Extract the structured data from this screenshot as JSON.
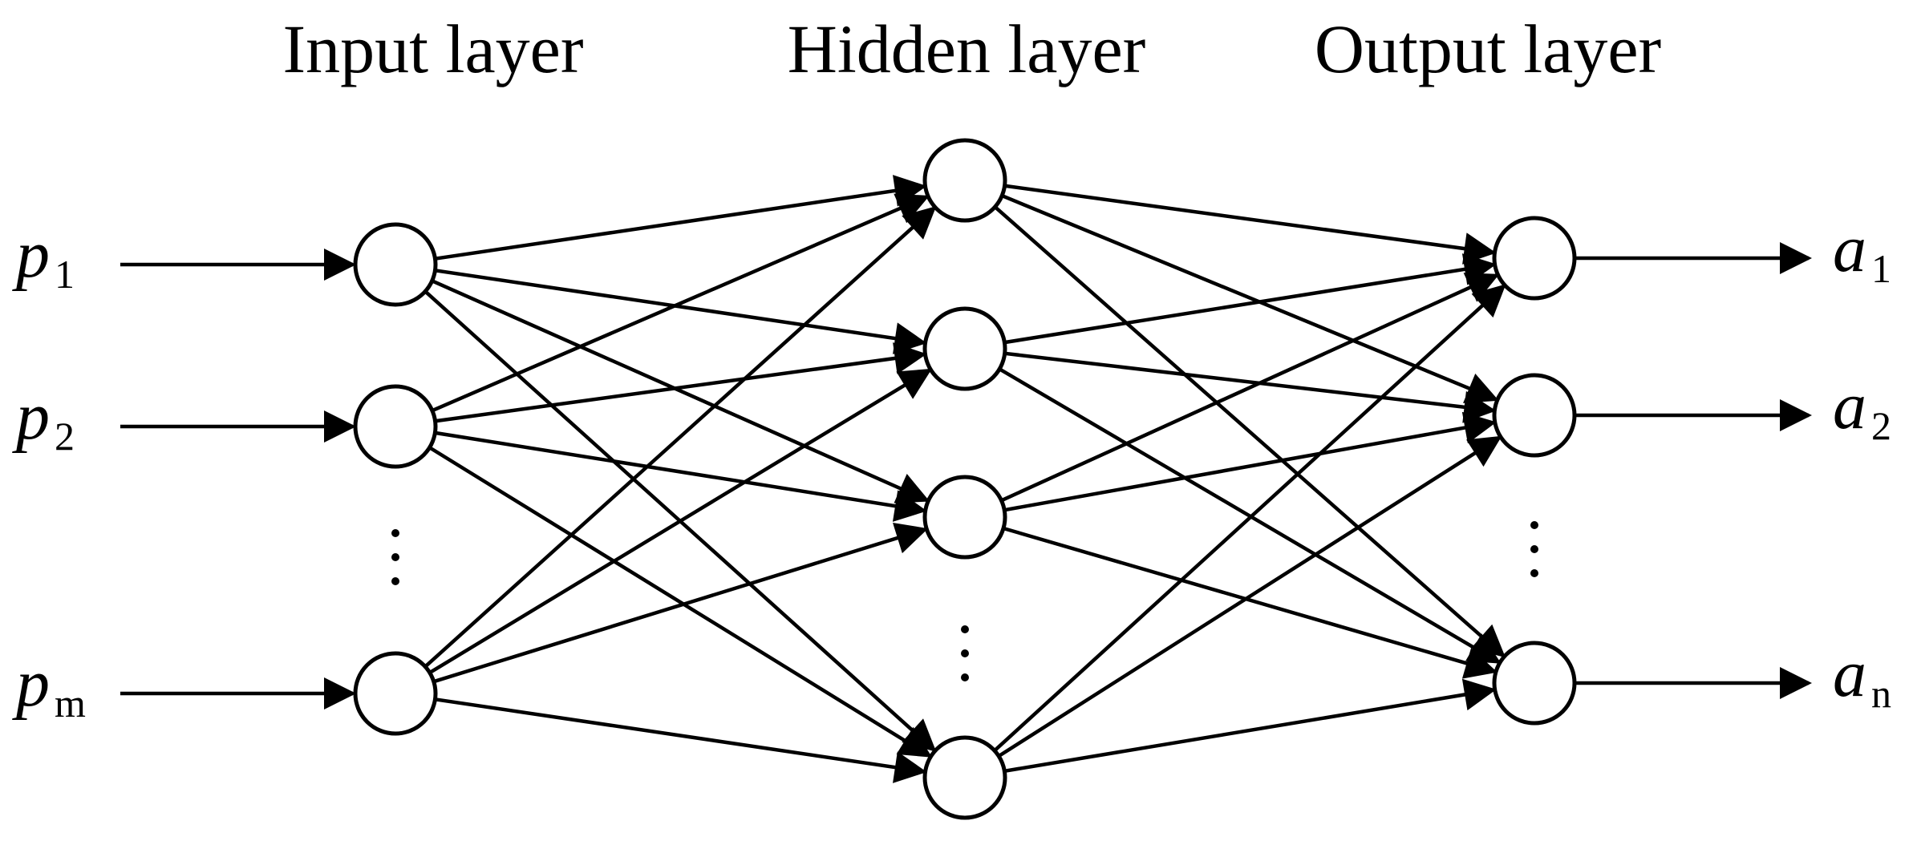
{
  "layers": {
    "input": {
      "title": "Input layer",
      "inputs": [
        {
          "var": "p",
          "sub": "1"
        },
        {
          "var": "p",
          "sub": "2"
        },
        {
          "var": "p",
          "sub": "m"
        }
      ]
    },
    "hidden": {
      "title": "Hidden layer"
    },
    "output": {
      "title": "Output layer",
      "outputs": [
        {
          "var": "a",
          "sub": "1"
        },
        {
          "var": "a",
          "sub": "2"
        },
        {
          "var": "a",
          "sub": "n"
        }
      ]
    }
  },
  "colors": {
    "stroke": "#000000",
    "background": "#ffffff"
  }
}
